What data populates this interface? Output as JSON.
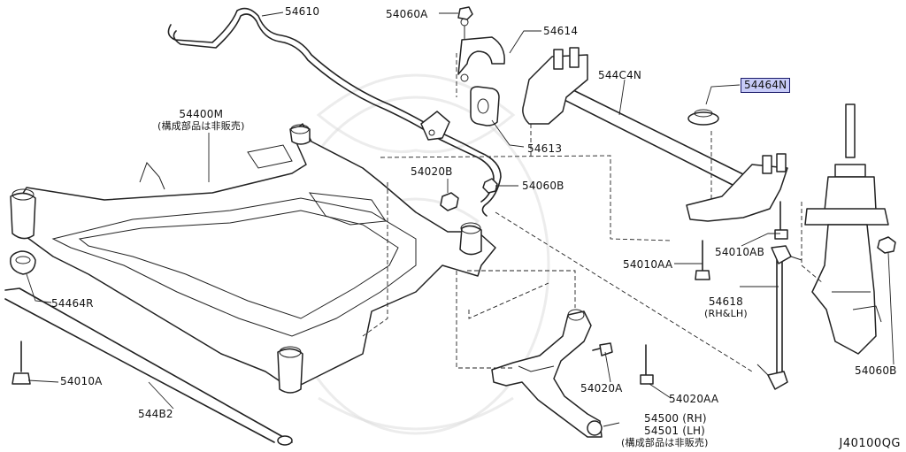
{
  "colors": {
    "highlight": "#c7cbf7",
    "line": "#222222"
  },
  "callouts": {
    "p54610": "54610",
    "p54060A": "54060A",
    "p54614": "54614",
    "p544C4N": "544C4N",
    "p54464N_top": "54464N",
    "p54400M": "54400M",
    "p54400M_note": "(構成部品は非販売)",
    "p54613": "54613",
    "p54020B": "54020B",
    "p54060B_mid": "54060B",
    "p54010AB": "54010AB",
    "p54010AA": "54010AA",
    "p54618": "54618",
    "p54618_note": "(RH&LH)",
    "p54464R": "54464R",
    "p54010A": "54010A",
    "p544B2": "544B2",
    "p54020A": "54020A",
    "p54020AA": "54020AA",
    "p54500": "54500 (RH)",
    "p54501": "54501 (LH)",
    "p54501_note": "(構成部品は非販売)",
    "p54060B_right": "54060B"
  },
  "drawing_number": "J40100QG"
}
